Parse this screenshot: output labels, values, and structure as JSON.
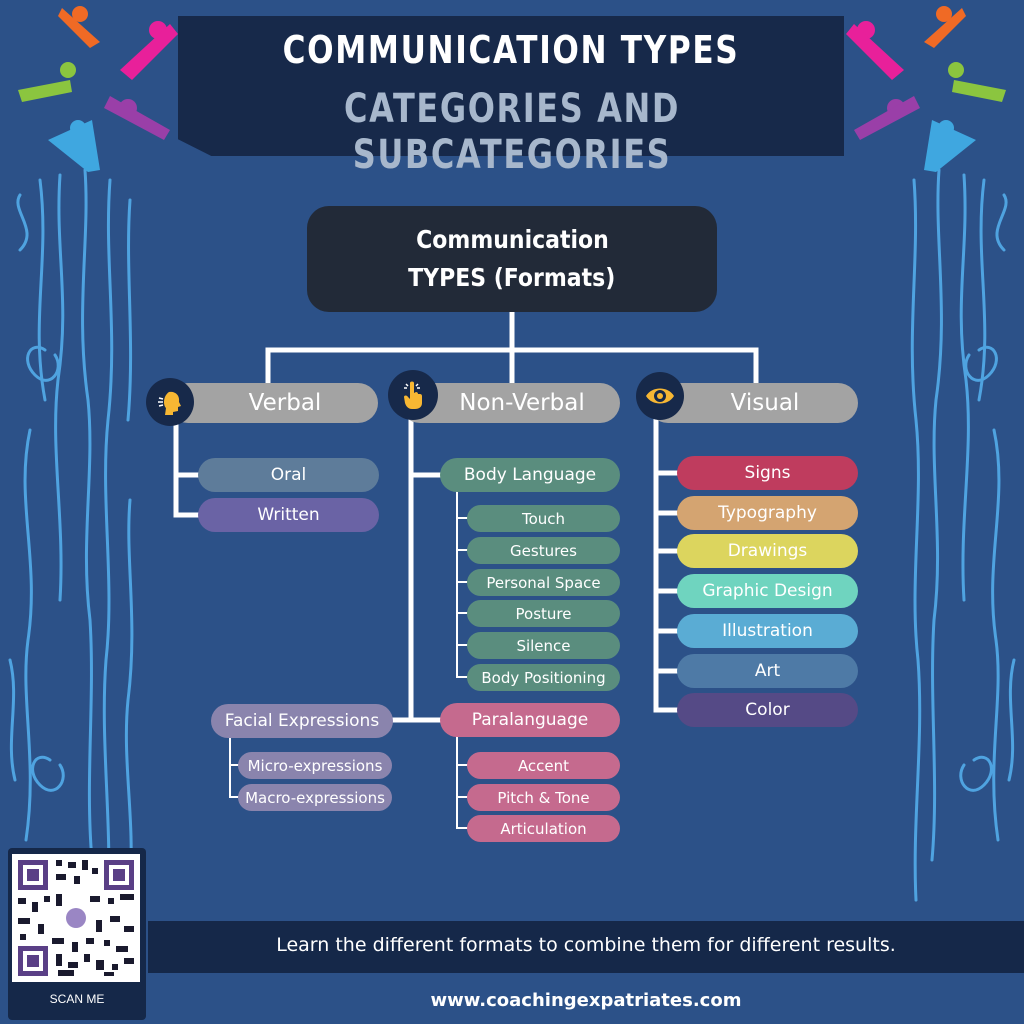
{
  "header": {
    "title_line1": "COMMUNICATION TYPES",
    "title_line2": "CATEGORIES AND SUBCATEGORIES"
  },
  "root": {
    "line1": "Communication",
    "line2": "TYPES (Formats)"
  },
  "categories": {
    "verbal": {
      "label": "Verbal",
      "icon": "speaking-head-icon"
    },
    "nonverbal": {
      "label": "Non-Verbal",
      "icon": "pointing-hand-icon"
    },
    "visual": {
      "label": "Visual",
      "icon": "eye-icon"
    }
  },
  "verbal_items": [
    "Oral",
    "Written"
  ],
  "body_language": {
    "label": "Body Language",
    "items": [
      "Touch",
      "Gestures",
      "Personal Space",
      "Posture",
      "Silence",
      "Body Positioning"
    ]
  },
  "facial_expressions": {
    "label": "Facial Expressions",
    "items": [
      "Micro-expressions",
      "Macro-expressions"
    ]
  },
  "paralanguage": {
    "label": "Paralanguage",
    "items": [
      "Accent",
      "Pitch & Tone",
      "Articulation"
    ]
  },
  "visual_items": [
    "Signs",
    "Typography",
    "Drawings",
    "Graphic Design",
    "Illustration",
    "Art",
    "Color"
  ],
  "colors": {
    "background": "#2c5188",
    "oral": "#5e7c9a",
    "written": "#6a63a5",
    "body_language": "#5a8d7e",
    "facial": "#8a84ad",
    "paralanguage": "#c56a8e",
    "visual_items": [
      "#bf3c5e",
      "#d4a471",
      "#dcd55e",
      "#6fd4bf",
      "#5aacd4",
      "#4e7aa6",
      "#554a86"
    ]
  },
  "footer": {
    "tagline": "Learn the different formats to combine them for different results.",
    "url": "www.coachingexpatriates.com",
    "qr_label": "SCAN ME"
  }
}
